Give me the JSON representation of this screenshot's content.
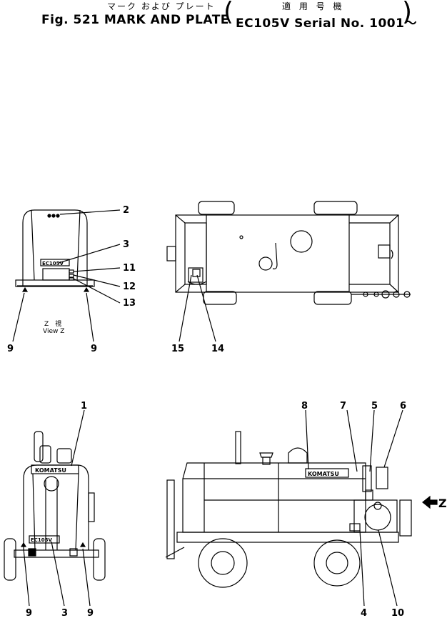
{
  "header": {
    "jp_title": "マーク および プレート",
    "title": "Fig. 521  MARK AND PLATE",
    "jp_applicable": "適 用 号 機",
    "serial": "EC105V Serial No. 1001～"
  },
  "view_z": {
    "jp": "Z　視",
    "en": "View Z"
  },
  "plates": {
    "model": "EC105V",
    "brand": "KOMATSU",
    "arrow_label": "Z"
  },
  "callouts": [
    "1",
    "2",
    "3",
    "4",
    "5",
    "6",
    "7",
    "8",
    "9",
    "10",
    "11",
    "12",
    "13",
    "14",
    "15"
  ]
}
